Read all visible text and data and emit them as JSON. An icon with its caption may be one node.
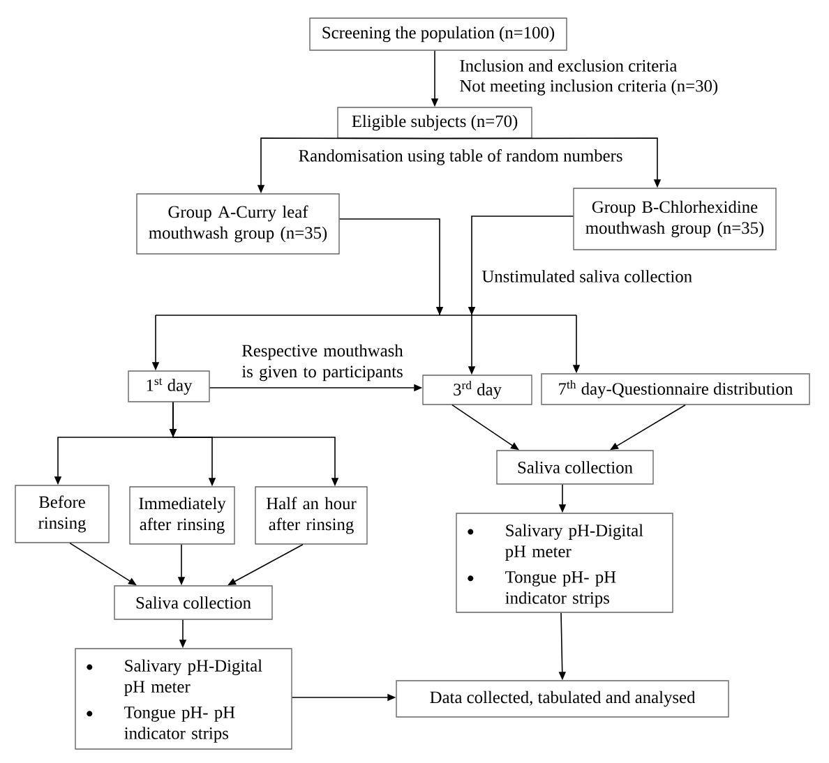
{
  "diagram": {
    "nodes": [
      {
        "text": [
          "Screening the population (n=100)"
        ]
      },
      {
        "text": [
          "Eligible subjects (n=70)"
        ]
      },
      {
        "text": [
          "Group A-Curry leaf mouthwash group (n=35)"
        ]
      },
      {
        "text": [
          "Group B-Chlorhexidine mouthwash group (n=35)"
        ]
      },
      {
        "text": [
          "1$^{st}$ day"
        ]
      },
      {
        "text": [
          "3$^{rd}$ day"
        ]
      },
      {
        "text": [
          "7$^{th}$ day-Questionnaire distribution"
        ]
      },
      {
        "text": [
          "Before rinsing"
        ]
      },
      {
        "text": [
          "Immediately after rinsing"
        ]
      },
      {
        "text": [
          "Half an hour after rinsing"
        ]
      },
      {
        "text": [
          "Saliva collection"
        ]
      },
      {
        "text": [
          "Salivary pH-Digital pH meter",
          "Tongue pH- pH indicator strips"
        ]
      },
      {
        "text": [
          "Saliva collection"
        ]
      },
      {
        "text": [
          "Salivary pH-Digital pH meter",
          "Tongue pH- pH indicator strips"
        ]
      },
      {
        "text": [
          "Data collected, tabulated and analysed"
        ]
      }
    ],
    "edges": [
      {
        "from": 0,
        "to": 1,
        "arrow": "to",
        "label": "Inclusion and exclusion criteria"
      },
      {
        "from": 1,
        "to": 2,
        "arrow": "to"
      },
      {
        "from": 1,
        "to": 3,
        "arrow": "to"
      },
      {
        "from": 2,
        "to": 4,
        "arrow": "to"
      },
      {
        "from": 2,
        "to": 5,
        "arrow": "to"
      },
      {
        "from": 2,
        "to": 6,
        "arrow": "to"
      },
      {
        "from": 3,
        "to": 4,
        "arrow": "to"
      },
      {
        "from": 3,
        "to": 5,
        "arrow": "to"
      },
      {
        "from": 3,
        "to": 6,
        "arrow": "to"
      },
      {
        "from": 4,
        "to": 5,
        "arrow": "to",
        "label": "Respective mouthwash is given to participants"
      },
      {
        "from": 4,
        "to": 7,
        "arrow": "to"
      },
      {
        "from": 4,
        "to": 8,
        "arrow": "to"
      },
      {
        "from": 4,
        "to": 9,
        "arrow": "to"
      },
      {
        "from": 7,
        "to": 10,
        "arrow": "to"
      },
      {
        "from": 8,
        "to": 10,
        "arrow": "to"
      },
      {
        "from": 9,
        "to": 10,
        "arrow": "to"
      },
      {
        "from": 10,
        "to": 11,
        "arrow": "to"
      },
      {
        "from": 11,
        "to": 14,
        "arrow": "to"
      },
      {
        "from": 5,
        "to": 12,
        "arrow": "to"
      },
      {
        "from": 6,
        "to": 12,
        "arrow": "to"
      },
      {
        "from": 12,
        "to": 13,
        "arrow": "to"
      },
      {
        "from": 13,
        "to": 14,
        "arrow": "to"
      }
    ],
    "labels": [
      "Not meeting inclusion criteria (n=30)",
      "Randomisation using table of random numbers",
      "Unstimulated saliva collection"
    ]
  }
}
